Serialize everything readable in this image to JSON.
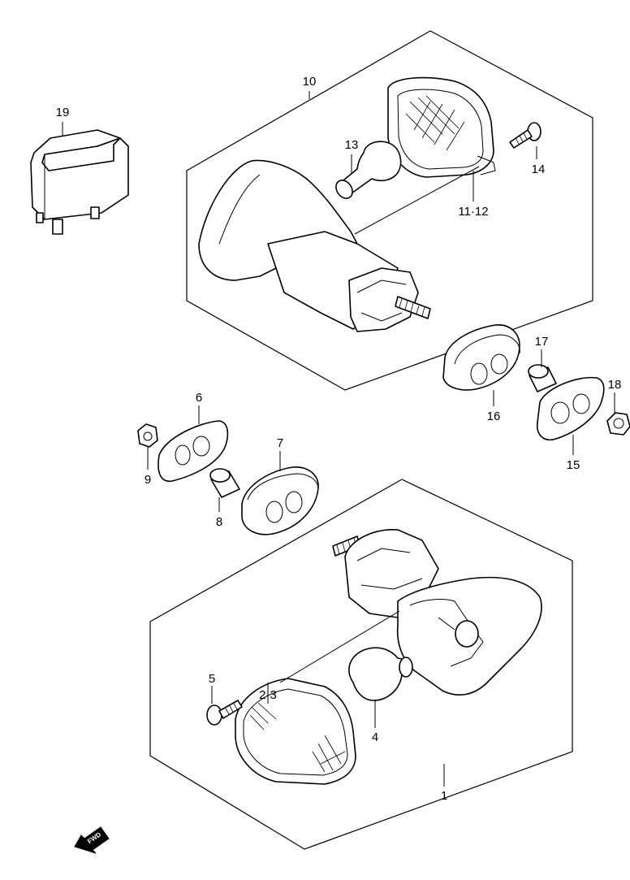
{
  "callouts": {
    "c1": "1",
    "c2_3": "2·3",
    "c4": "4",
    "c5": "5",
    "c6": "6",
    "c7": "7",
    "c8": "8",
    "c9": "9",
    "c10": "10",
    "c11_12": "11·12",
    "c13": "13",
    "c14": "14",
    "c15": "15",
    "c16": "16",
    "c17": "17",
    "c18": "18",
    "c19": "19"
  },
  "direction_marker": {
    "text": "FWD"
  }
}
